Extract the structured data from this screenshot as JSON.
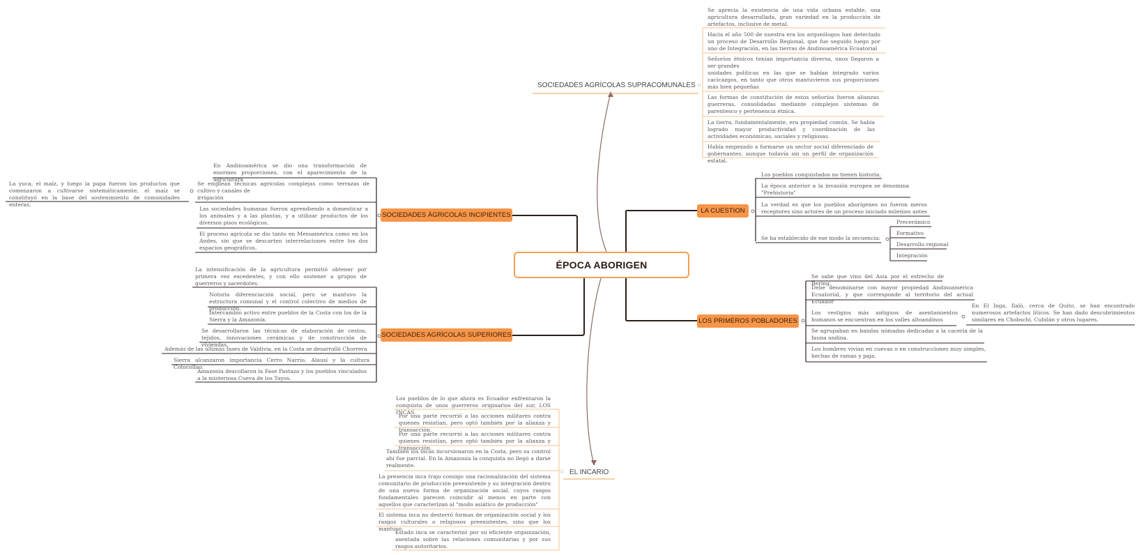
{
  "central": "ÉPOCA ABORIGEN",
  "colors": {
    "accent": "#f79548",
    "center_border": "#f5a04f",
    "line_dark": "#2b1e1a",
    "line_orange": "#f5c291",
    "arrow": "#8a6a64"
  },
  "branches": {
    "supracomunales": {
      "label": "SOCIEDADES AGRÍCOLAS SUPRACOMUNALES",
      "items": [
        "Se aprecia la existencia de una vida urbana estable, una agricultura desarrollada, gran variedad en la producción de artefactos, inclusive de metal.",
        "Hacia el año 500 de nuestra era los arqueólogos han detectado un proceso de Desarrollo Regional, que fue seguido luego por uno de Integración, en las tierras de Andinoamérica Ecuatorial",
        "Señoríos étnicos tenían importancia diversa, unos llegaron a ser grandes\nunidades políticas en las que se habían integrado varios cacicazgos, en tanto que otros mantuvieron sus proporciones más bien pequeñas",
        "Las formas de constitución de estos señoríos fueron alianzas guerreras, consolidadas mediante complejos sistemas de parentesco y pertenencia étnica.",
        "La tierra, fundamentalmente, era propiedad común. Se había logrado mayor productividad y coordinación de las actividades económicas, sociales y religiosas.",
        "Había empezado a formarse un sector social diferenciado de gobernantes, aunque todavía sin un perfil de organización estatal."
      ]
    },
    "cuestion": {
      "label": "LA CUESTION",
      "items": [
        "Los pueblos conquistados no tienen historia.",
        "La época anterior a la invasión europea se denomina \"Prehistoria\"",
        "La verdad es que los pueblos aborígenes no fueron meros receptores sino actores de un proceso iniciado milenios antes",
        "Se ha establecido de ese modo la secuencia:"
      ],
      "sequence": [
        "Precerámico",
        "Formativo",
        "Desarrollo regional",
        "Integración"
      ]
    },
    "primeros": {
      "label": "LOS PRIMEROS POBLADORES",
      "items": [
        "Se sabe que vino del Asia por el estrecho de Bering,",
        "Debe denominarse con mayor propiedad Andinoamérica Ecuatorial, y que corresponde al territorio del actual Ecuador",
        "Los vestigios más antiguos de asentamientos humanos se encuentran en los valles altoandinos",
        "Se agrupaban en bandas nómadas dedicadas a la cacería de la fauna andina.",
        "Los hombres vivían en cuevas o en construcciones muy simples, hechas de ramas y paja."
      ],
      "detail": "En El Inga, Ilaló, cerca de Quito, se han encontrado numerosos artefactos líticos. Se han dado descubrimientos similares en Chobschi, Cubilán y otros lugares."
    },
    "incipientes": {
      "label": "SOCIEDADES ÁGRICOLAS INCIPIENTES",
      "items": [
        "En Andinoamérica se dio una transformación de enormes proporciones, con el aparecimiento de la agricultura",
        "Se emplean técnicas agrícolas complejas como terrazas de cultivo y canales de\nirrigación",
        "Las sociedades humanas fueron aprendiendo a domesticar a los animales y a las plantas, y a utilizar productos de los diversos pisos ecológicos.",
        "El proceso agrícola se dio tanto en Mesoamérica como en los Andes, sin que se descarten interrelaciones entre los dos espacios geográficos."
      ],
      "detail": "La yuca, el maíz, y luego la papa fueron los productos que comenzaron a cultivarse sistemáticamente, el maíz se constituyó en la base del sostenimiento de comunidades enteras."
    },
    "superiores": {
      "label": "SOCIEDADES AGRÍCOLAS SUPERIORES",
      "items": [
        "La intensificación de la agricultura permitió obtener por primera vez excedentes, y con ello sostener a grupos de guerreros y sacerdotes.",
        "Notoria diferenciación social, pero se mantuvo la estructura comunal y el control colectivo de medios de producción.",
        "Intercambio activo entre pueblos de la Costa con los de la Sierra y la Amazonía.",
        "Se desarrollaron las técnicas de elaboración de cestos, tejidos, innovaciones cerámicas y de construcción de viviendas.",
        "Además de las últimas fases de Valdivia, en la Costa se desarrolló Chorrera",
        "Sierra alcanzaron importancia Cerro Narrío, Alausí y la cultura Cotocollao.",
        "Amazonía descollaron la Fase Pastaza y los pueblos vinculados a la misteriosa Cueva de los Tayos."
      ]
    },
    "incario": {
      "label": "EL INCARIO",
      "items": [
        "Los pueblos de lo que ahora es Ecuador enfrentaron la conquista de unos guerreros originarios del sur, LOS INCAS",
        "Por una parte recurrió a las acciones militares contra quienes resistían, pero optó también por la alianza y transacción.",
        "Por una parte recurrió a las acciones militares contra quienes resistían, pero optó también por la alianza y transacción.",
        "También los incas incursionaron en la Costa, pero su control ahí fue parcial. En la Amazonía la conquista no llegó a darse realmente.",
        "La presencia inca trajo consigo una racionalización del sistema comunitario de producción preexistente y su integración dentro de una nueva forma de organización social, cuyos rasgos fundamentales parecen coincidir al menos en parte con aquellos que caracterizan al \"modo asiático de producción\"",
        "El sistema inca no desterró formas de organización social y los rasgos culturales o religiosos preexistentes, sino que los mantuvo",
        "Estado inca se caracterizó por su eficiente organización, asentada sobre las relaciones comunitarias y por sus rasgos autoritarios."
      ]
    }
  }
}
